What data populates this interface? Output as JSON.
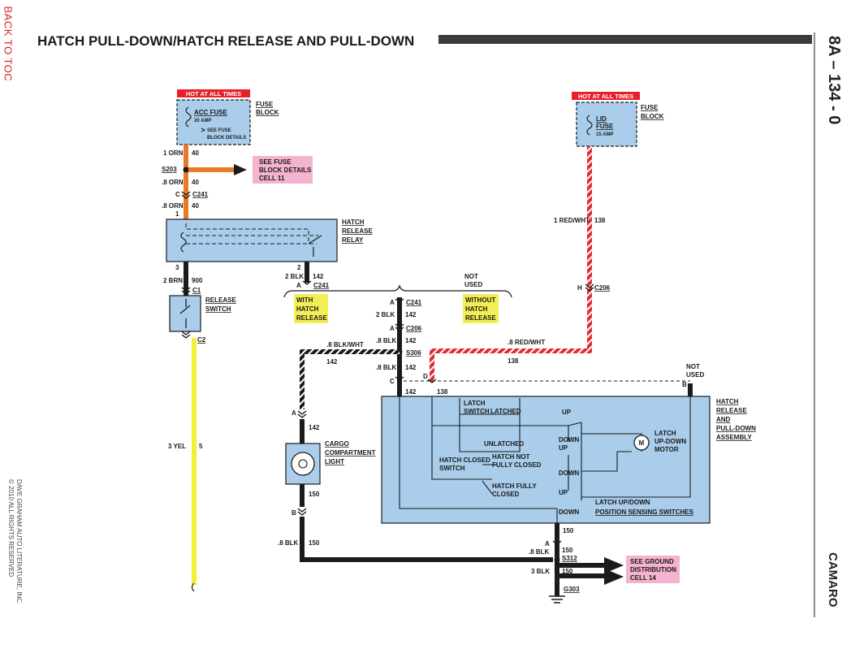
{
  "header": {
    "back_link": "BACK TO TOC",
    "title": "HATCH PULL-DOWN/HATCH RELEASE AND PULL-DOWN",
    "page_number": "8A – 134 - 0",
    "vehicle": "CAMARO",
    "copyright_line1": "DAVE GRAHAM AUTO LITERATURE, INC.",
    "copyright_line2": "© 2010 ALL RIGHTS RESERVED"
  },
  "colors": {
    "box_fill": "#a9cdea",
    "hot_tag": "#e8202a",
    "note_tag": "#f4b3cf",
    "yellow_tag": "#f2ef55",
    "wire_orange": "#e97a25",
    "wire_red": "#e42a32",
    "wire_yellow": "#f3ef3a",
    "wire_black": "#1b1b1b"
  },
  "icons": {
    "arrow": "arrow-right-icon",
    "connector": "connector-chevron-icon",
    "ground": "ground-symbol-icon",
    "motor": "motor-icon",
    "lamp": "lamp-icon"
  },
  "labels": {
    "hot1": "HOT AT ALL TIMES",
    "hot2": "HOT AT ALL TIMES",
    "fuse_block_1": "FUSE",
    "fuse_block_2": "BLOCK",
    "fuse_block_r1": "FUSE",
    "fuse_block_r2": "BLOCK",
    "acc_fuse": "ACC FUSE",
    "acc_amp": "20 AMP",
    "see_fuse_1": "SEE FUSE",
    "see_fuse_2": "BLOCK DETAILS",
    "lid": "LID",
    "lid_fuse": "FUSE",
    "lid_amp": "15 AMP",
    "w_1orn": "1 ORN",
    "w_40a": "40",
    "s203": "S203",
    "w_8orn_a": ".8 ORN",
    "w_40b": "40",
    "c_c": "C",
    "c241a": "C241",
    "w_8orn_b": ".8 ORN",
    "w_40c": "40",
    "note1_1": "SEE FUSE",
    "note1_2": "BLOCK DETAILS",
    "note1_3": "CELL 11",
    "pin1": "1",
    "relay_1": "HATCH",
    "relay_2": "RELEASE",
    "relay_3": "RELAY",
    "pin3": "3",
    "pin2": "2",
    "w_2brn": "2 BRN",
    "w_900": "900",
    "c1": "C1",
    "rel_sw_1": "RELEASE",
    "rel_sw_2": "SWITCH",
    "c2": "C2",
    "w_2blk_a": "2 BLK",
    "w_142a": "142",
    "c_a1": "A",
    "c241b": "C241",
    "not_used_1": "NOT",
    "not_used_2": "USED",
    "with_1": "WITH",
    "with_2": "HATCH",
    "with_3": "RELEASE",
    "without_1": "WITHOUT",
    "without_2": "HATCH",
    "without_3": "RELEASE",
    "c_a2": "A",
    "c241c": "C241",
    "w_2blk_b": "2 BLK",
    "w_142b": "142",
    "c_a3": "A",
    "c206a": "C206",
    "w_8blk_a": ".8 BLK",
    "w_142c": "142",
    "w_8blkwht": ".8 BLK/WHT",
    "s306": "S306",
    "w_142d": "142",
    "w_8blk_b": ".8 BLK",
    "w_142e": "142",
    "c_c2": "C",
    "w_142f": "142",
    "c_d": "D",
    "w_138a": "138",
    "w_8redwht": ".8 RED/WHT",
    "w_138b": "138",
    "w_1redwht": "1 RED/WHT",
    "w_138c": "138",
    "c_h": "H",
    "c206b": "C206",
    "not_used_r1": "NOT",
    "not_used_r2": "USED",
    "c_b": "B",
    "asm_1": "HATCH",
    "asm_2": "RELEASE",
    "asm_3": "AND",
    "asm_4": "PULL-DOWN",
    "asm_5": "ASSEMBLY",
    "latch_sw_1": "LATCH",
    "latch_sw_2": "SWITCH",
    "latched": "LATCHED",
    "unlatched": "UNLATCHED",
    "up1": "UP",
    "down1": "DOWN",
    "up2": "UP",
    "down2": "DOWN",
    "up3": "UP",
    "down3": "DOWN",
    "hc_sw_1": "HATCH CLOSED",
    "hc_sw_2": "SWITCH",
    "hnfc_1": "HATCH NOT",
    "hnfc_2": "FULLY CLOSED",
    "hfc_1": "HATCH FULLY",
    "hfc_2": "CLOSED",
    "motor_1": "LATCH",
    "motor_2": "UP-DOWN",
    "motor_3": "MOTOR",
    "motor_m": "M",
    "pos_sw_1": "LATCH UP/DOWN",
    "pos_sw_2": "POSITION SENSING SWITCHES",
    "c_a4": "A",
    "w_142g": "142",
    "w_3yel": "3 YEL",
    "w_5": "5",
    "cargo_1": "CARGO",
    "cargo_2": "COMPARTMENT",
    "cargo_3": "LIGHT",
    "w_150a": "150",
    "c_b2": "B",
    "w_8blk_c": ".8 BLK",
    "w_150b": "150",
    "w_150c": "150",
    "c_a5": "A",
    "w_8blk_d": ".8 BLK",
    "w_150d": "150",
    "s312": "S312",
    "w_3blk": "3 BLK",
    "w_150e": "150",
    "g303": "G303",
    "note2_1": "SEE GROUND",
    "note2_2": "DISTRIBUTION",
    "note2_3": "CELL 14"
  }
}
